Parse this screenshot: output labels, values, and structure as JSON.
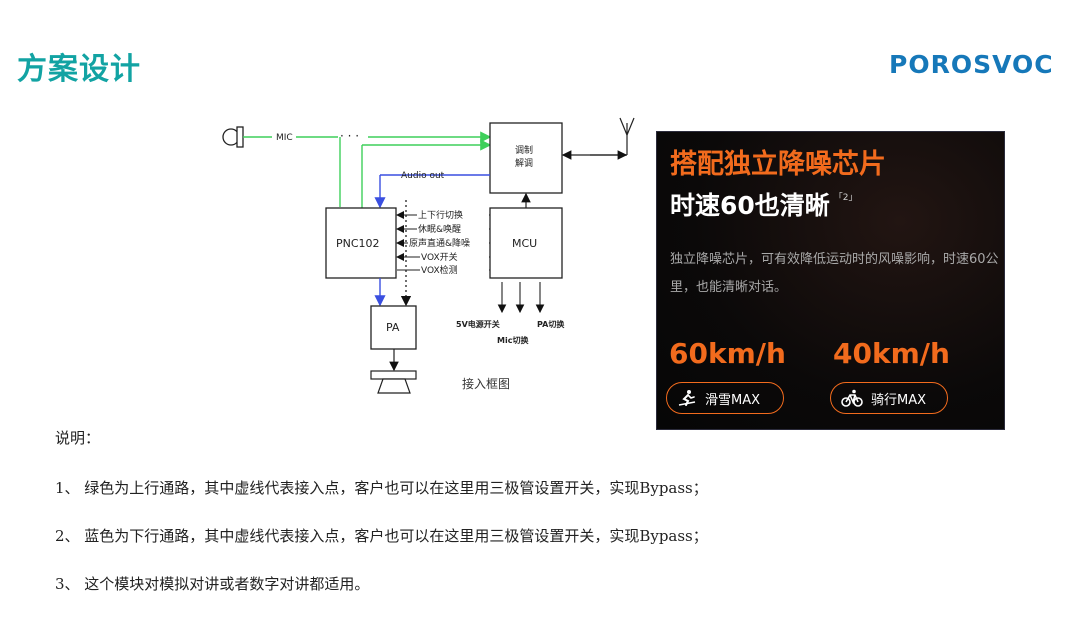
{
  "header": {
    "title": "方案设计",
    "logo": "POROSVOC"
  },
  "diagram": {
    "mic_label": "MIC",
    "modem_line1": "调制",
    "modem_line2": "解调",
    "audio_out": "Audio out",
    "pnc_label": "PNC102",
    "mcu_label": "MCU",
    "pa_label": "PA",
    "signals": [
      "上下行切换",
      "休眠&唤醒",
      "原声直通&降噪",
      "VOX开关",
      "VOX检测"
    ],
    "mcu_outputs": [
      "5V电源开关",
      "Mic切换",
      "PA切换"
    ],
    "caption": "接入框图"
  },
  "promo": {
    "title1": "搭配独立降噪芯片",
    "title2": "时速60也清晰",
    "footnote": "「2」",
    "desc": "独立降噪芯片，可有效降低运动时的风噪影响，时速60公里，也能清晰对话。",
    "speed1": "60km/h",
    "speed2": "40km/h",
    "mode1": "滑雪MAX",
    "mode2": "骑行MAX",
    "accent": "#f26b1d"
  },
  "notes": {
    "heading": "说明：",
    "items": [
      "1、 绿色为上行通路，其中虚线代表接入点，客户也可以在这里用三极管设置开关，实现Bypass；",
      "2、 蓝色为下行通路，其中虚线代表接入点，客户也可以在这里用三极管设置开关，实现Bypass；",
      "3、 这个模块对模拟对讲或者数字对讲都适用。"
    ]
  }
}
